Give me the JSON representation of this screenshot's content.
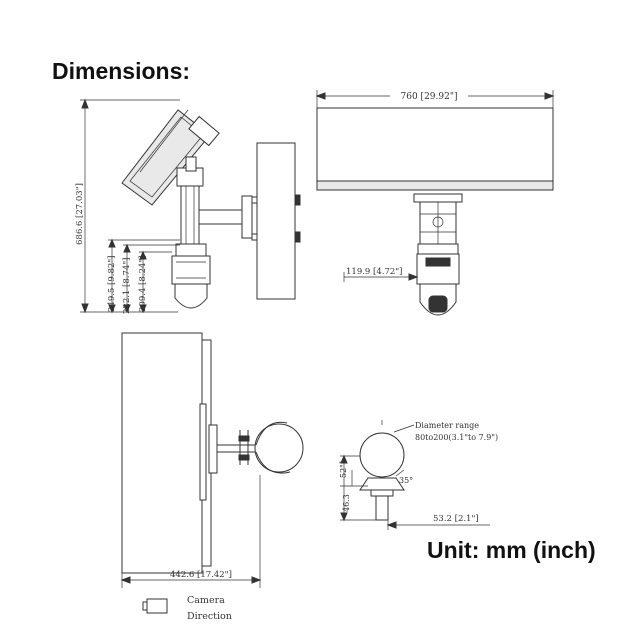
{
  "title": "Dimensions:",
  "unit_note": "Unit: mm (inch)",
  "dimensions": {
    "total_height": "686.6 [27.03\"]",
    "height_a": "249.5 [9.82\"]",
    "height_b": "222.1 [8.74\"]",
    "height_c": "209.4 [8.24\"]",
    "width_top": "760 [29.92\"]",
    "bracket_offset": "119.9 [4.72\"]",
    "depth_bottom": "442.6 [17.42\"]",
    "clamp_height_a": "46.3",
    "clamp_height_b": "52\"]",
    "clamp_width": "53.2 [2.1\"]",
    "angle": "35°"
  },
  "diameter_range": {
    "line1": "Diameter range",
    "line2": "80to200(3.1\"to 7.9\")"
  },
  "legend": {
    "icon": "camera-direction-icon",
    "line1": "Camera",
    "line2": "Direction"
  },
  "colors": {
    "line": "#333333",
    "text": "#111111"
  }
}
